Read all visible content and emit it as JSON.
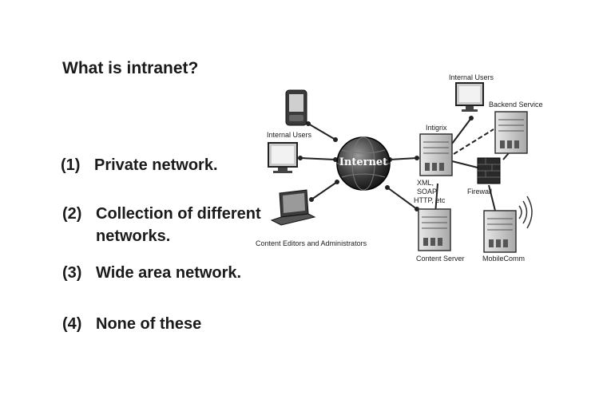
{
  "question": "What is intranet?",
  "options": [
    {
      "num": "(1)",
      "text": "Private network."
    },
    {
      "num": "(2)",
      "text": "Collection of different networks."
    },
    {
      "num": "(3)",
      "text": "Wide area network."
    },
    {
      "num": "(4)",
      "text": "None of these"
    }
  ],
  "diagram": {
    "internet": "Internet",
    "internal_users_left": "Internal Users",
    "internal_users_top": "Internal Users",
    "content_editors": "Content Editors and Administrators",
    "intigrix": "Intigrix",
    "backend_services": "Backend Services",
    "firewall": "Firewall",
    "protocols_1": "XML,",
    "protocols_2": "SOAP,",
    "protocols_3": "HTTP, etc",
    "content_server": "Content Server",
    "mobilecomm": "MobileComm"
  }
}
